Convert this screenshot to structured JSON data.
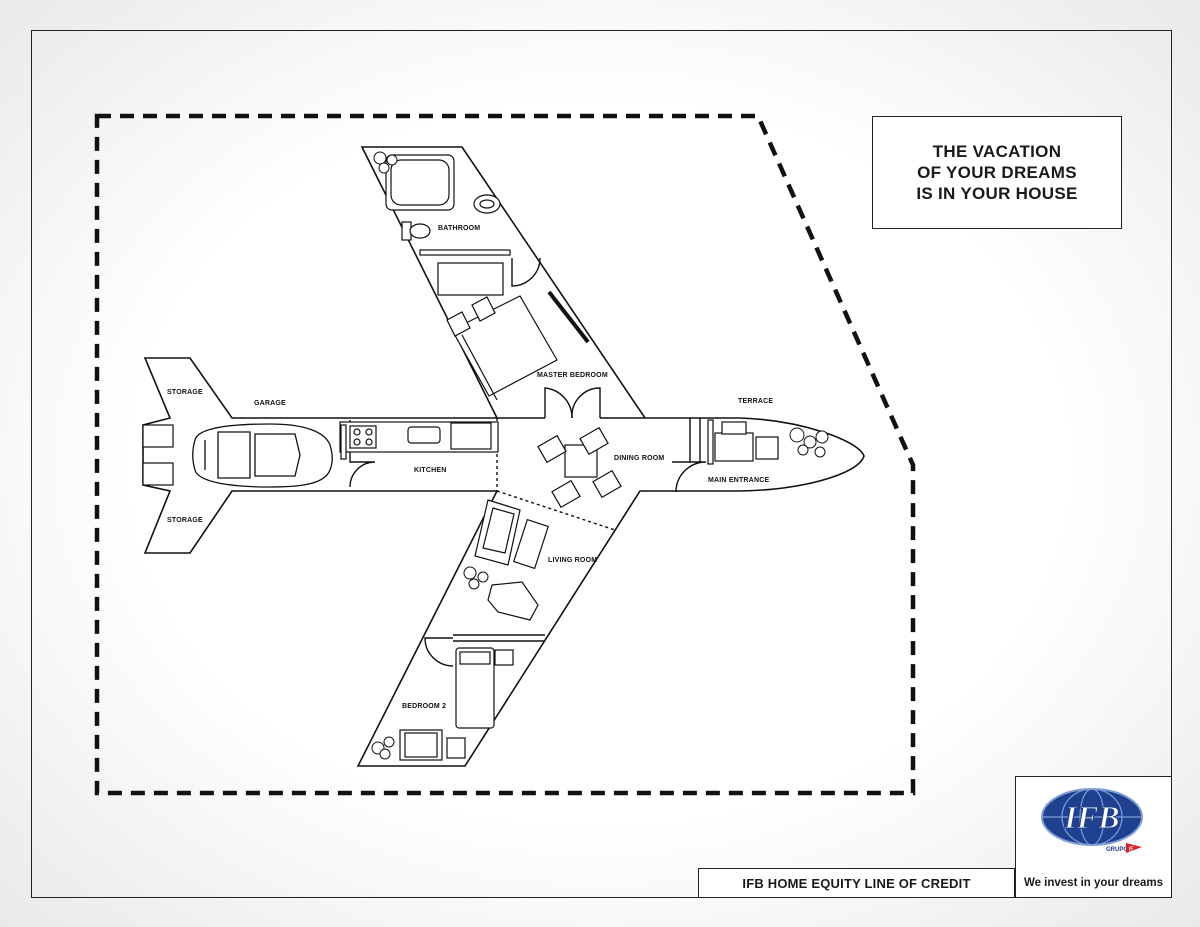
{
  "headline": {
    "line1": "THE VACATION",
    "line2": "OF YOUR DREAMS",
    "line3": "IS IN YOUR HOUSE"
  },
  "footer": {
    "product": "IFB HOME EQUITY LINE OF CREDIT"
  },
  "brand": {
    "logo_text": "IFB",
    "sub_mark": "GRUPO",
    "sub_mark_badge": "IF",
    "slogan": "We invest in your dreams",
    "colors": {
      "blue": "#1f3f8f",
      "light_blue": "#7f9fd6",
      "red": "#d8202a"
    }
  },
  "rooms": {
    "bathroom": "BATHROOM",
    "master_bedroom": "MASTER BEDROOM",
    "terrace": "TERRACE",
    "garage": "GARAGE",
    "storage_top": "STORAGE",
    "storage_bottom": "STORAGE",
    "kitchen": "KITCHEN",
    "dining_room": "DINING ROOM",
    "main_entrance": "MAIN ENTRANCE",
    "living_room": "LIVING ROOM",
    "bedroom_2": "BEDROOM 2"
  }
}
